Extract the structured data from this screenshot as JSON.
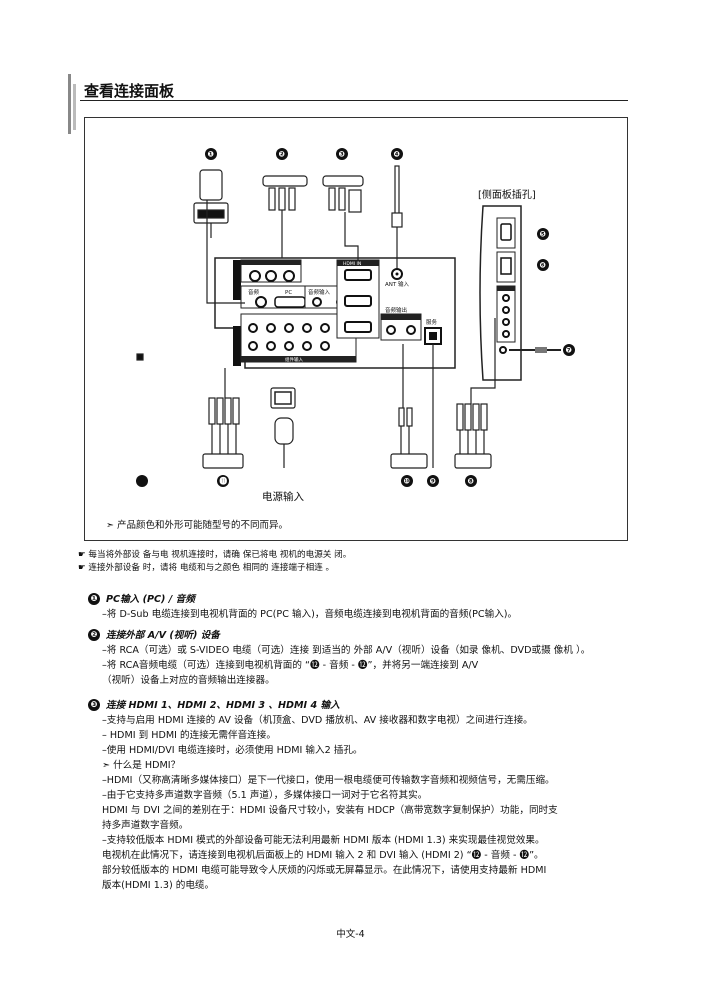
{
  "header": {
    "title": "查看连接面板"
  },
  "diagram": {
    "callouts": [
      "❶",
      "❷",
      "❸",
      "❹",
      "❺",
      "❻",
      "❼",
      "❽",
      "❾",
      "❿",
      "⓫"
    ],
    "side_panel_title": "[侧面板插孔]",
    "power_label": "电源输入",
    "note": "➣ 产品颜色和外形可能随型号的不同而异。",
    "panel_labels": {
      "hdmi_in": "HDMI IN",
      "ant_in": "ANT 输入",
      "pc": "PC",
      "audio": "音频",
      "dvi_audio": "音频输入",
      "service": "服务",
      "audio_out": "音频输出",
      "component": "组件输入",
      "pc_audio": "音频"
    }
  },
  "notes": [
    "☛ 每当将外部设 备与电 视机连接时，请确 保已将电 视机的电源关 闭。",
    "☛ 连接外部设备 时，请将 电缆和与之颜色 相同的 连接端子相连 。"
  ],
  "sections": [
    {
      "badge": "❶",
      "title": "PC输入 (PC) / 音频",
      "lines": [
        "–将 D-Sub 电缆连接到电视机背面的 PC(PC 输入)，音频电缆连接到电视机背面的音频(PC输入)。"
      ]
    },
    {
      "badge": "❷",
      "title": "连接外部 A/V (视听) 设备",
      "lines": [
        "–将 RCA（可选）或 S-VIDEO 电缆（可选）连接 到适当的 外部 A/V（视听）设备（如录 像机、DVD或摄 像机 ）。",
        "–将 RCA音频电缆（可选）连接到电视机背面的 “⓬ - 音频 - ⓬”，并将另一端连接到 A/V",
        "（视听）设备上对应的音频输出连接器。"
      ]
    },
    {
      "badge": "❸",
      "title": "连接 HDMI 1、HDMI 2、HDMI 3 、HDMI 4 输入",
      "lines": [
        "–支持与启用 HDMI 连接的 AV 设备（机顶盒、DVD 播放机、AV 接收器和数字电视）之间进行连接。",
        "–        HDMI 到 HDMI 的连接无需伴音连接。",
        "–使用 HDMI/DVI 电缆连接时，必须使用 HDMI 输入2 插孔。",
        " ➣ 什么是 HDMI？",
        "–HDMI（又称高清晰多媒体接口）是下一代接口，使用一根电缆便可传输数字音频和视频信号，无需压缩。",
        "–由于它支持多声道数字音频（5.1 声道），多媒体接口一词对于它名符其实。",
        " HDMI 与 DVI 之间的差别在于：HDMI 设备尺寸较小，安装有 HDCP（高带宽数字复制保护）功能，同时支",
        "   持多声道数字音频。",
        "–支持较低版本 HDMI 模式的外部设备可能无法利用最新 HDMI 版本 (HDMI 1.3) 来实现最佳视觉效果。",
        " 电视机在此情况下，请连接到电视机后面板上的 HDMI 输入 2 和 DVI 输入 (HDMI 2) “⓬ - 音频 - ⓬”。",
        " 部分较低版本的 HDMI 电缆可能导致令人厌烦的闪烁或无屏幕显示。在此情况下，请使用支持最新 HDMI",
        " 版本(HDMI 1.3) 的电缆。"
      ]
    }
  ],
  "footer": {
    "page": "中文-4"
  }
}
